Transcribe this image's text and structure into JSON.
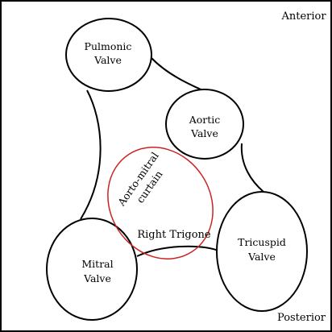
{
  "orientation": {
    "anterior": "Anterior",
    "posterior": "Posterior"
  },
  "valves": {
    "pulmonic": [
      "Pulmonic",
      "Valve"
    ],
    "aortic": [
      "Aortic",
      "Valve"
    ],
    "mitral": [
      "Mitral",
      "Valve"
    ],
    "tricuspid": [
      "Tricuspid",
      "Valve"
    ]
  },
  "curtain": [
    "Aorto-mitral",
    "curtain"
  ],
  "trigone": "Right Trigone",
  "colors": {
    "outline": "#000000",
    "curtain": "#cc2222",
    "background": "#ffffff"
  }
}
